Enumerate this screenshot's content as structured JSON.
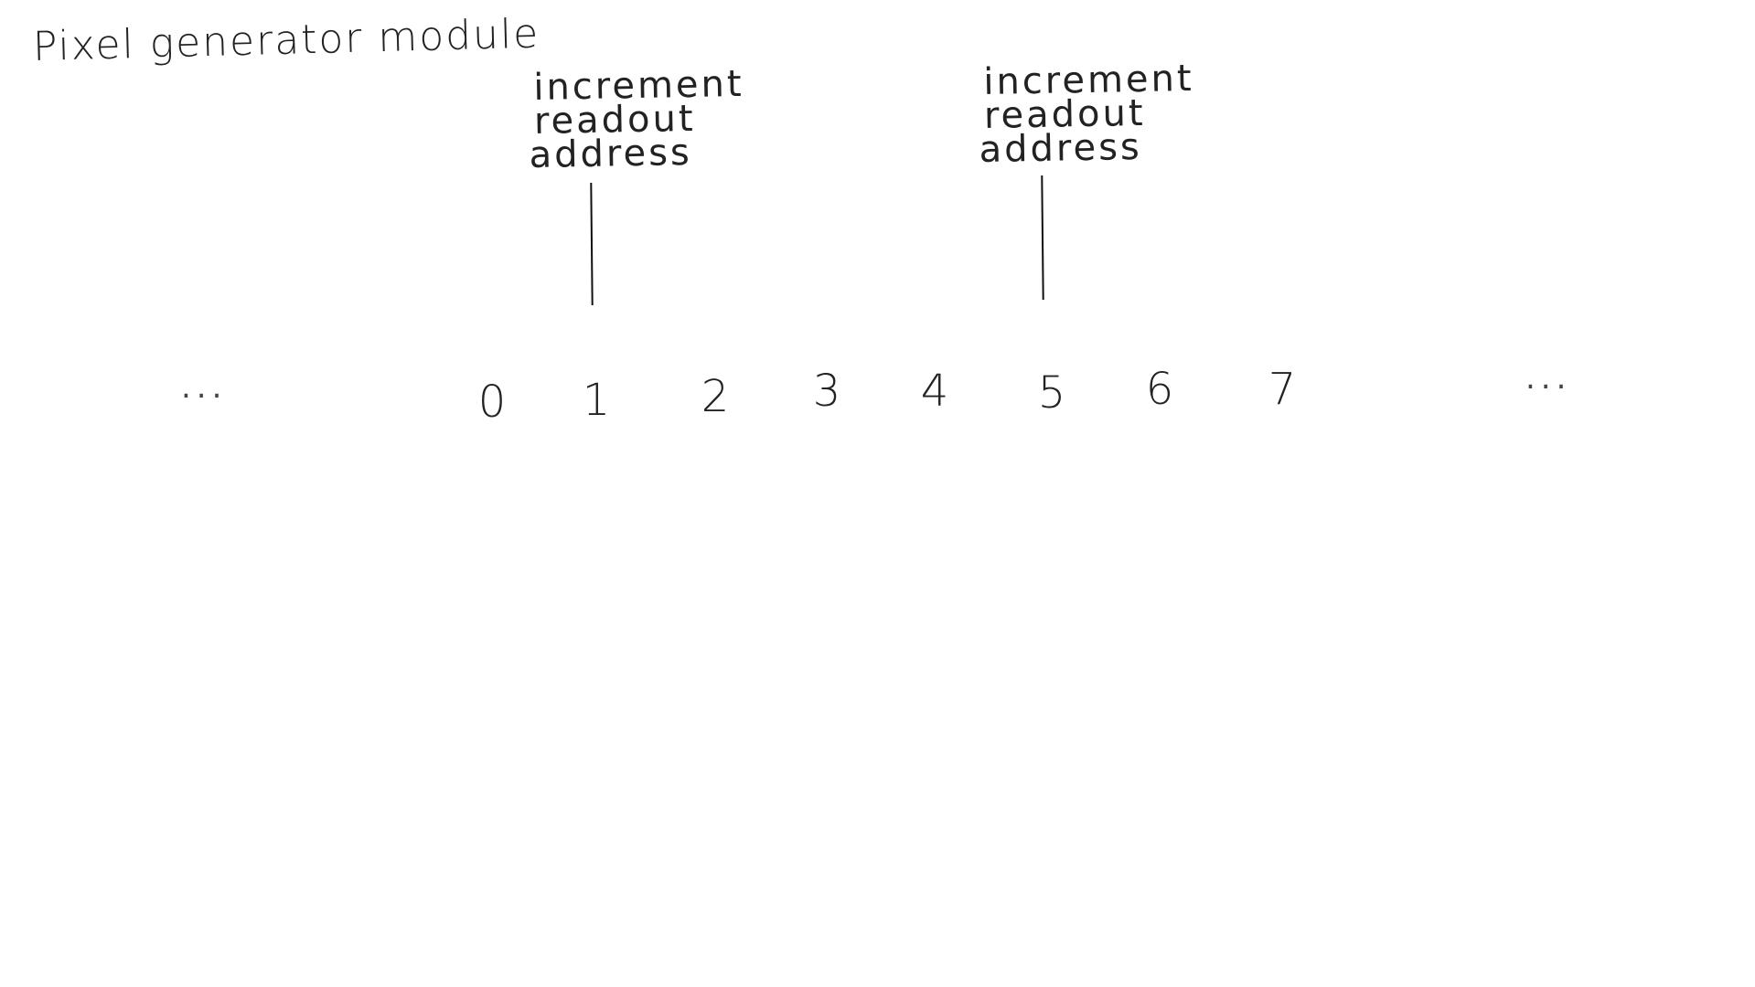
{
  "title": "Pixel generator module",
  "annotations": [
    {
      "lines": [
        "increment",
        "readout",
        "address"
      ],
      "points_to": "1"
    },
    {
      "lines": [
        "increment",
        "readout",
        "address"
      ],
      "points_to": "5"
    }
  ],
  "addresses": [
    "0",
    "1",
    "2",
    "3",
    "4",
    "5",
    "6",
    "7"
  ],
  "ellipsis_left": "...",
  "ellipsis_right": "..."
}
